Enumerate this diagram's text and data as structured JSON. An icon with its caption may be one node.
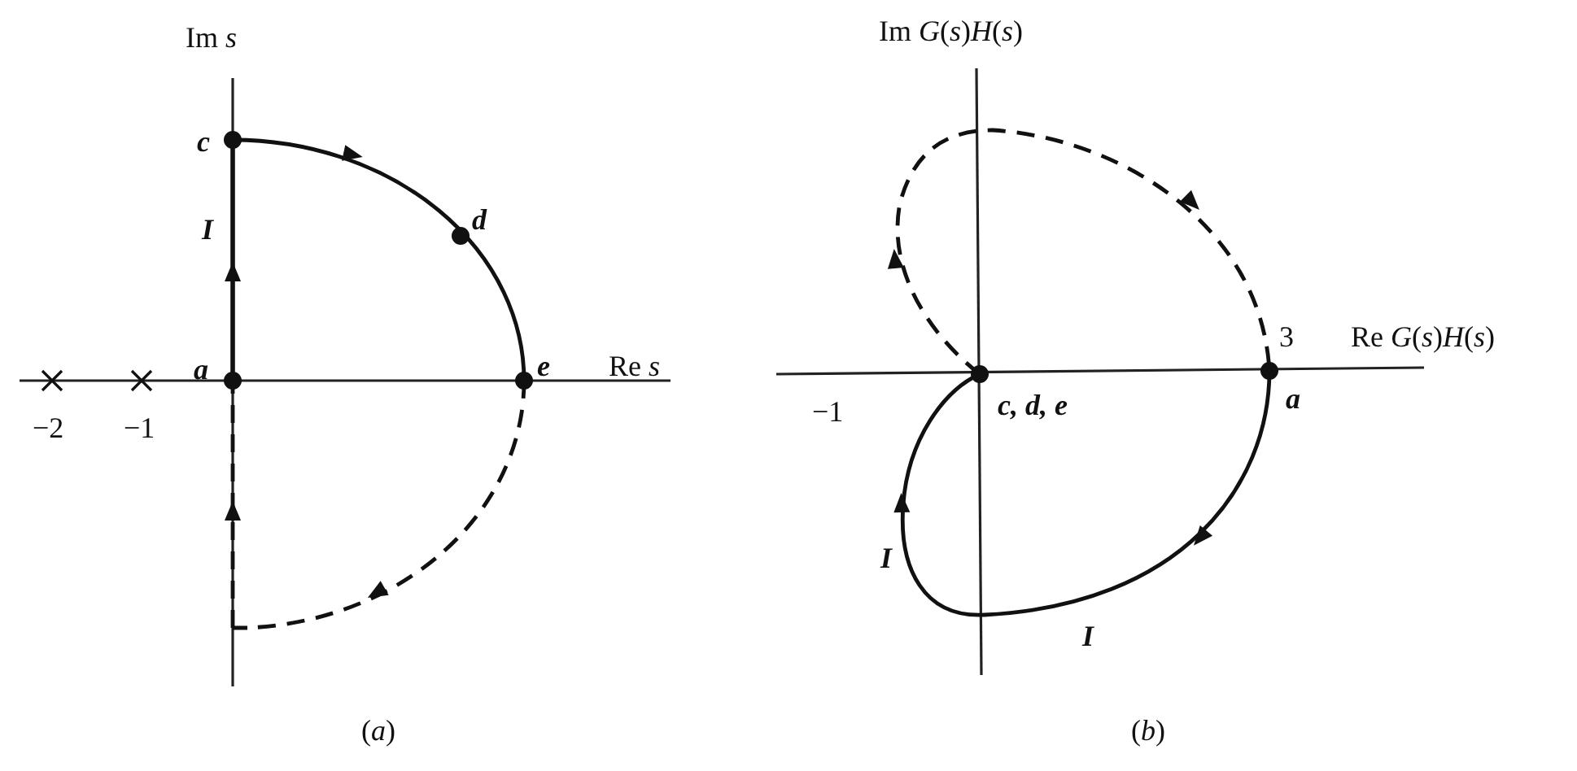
{
  "diagram": {
    "labels": [
      "Im *s*",
      "c",
      "I",
      "d",
      "a",
      "e",
      "Re *s*",
      "−2",
      "−1",
      "(*a*)",
      "Im *G*(*s*)*H*(*s*)",
      "3",
      "Re *G*(*s*)*H*(*s*)",
      "−1",
      "c, d, e",
      "a",
      "I",
      "I",
      "(*b*)"
    ]
  }
}
